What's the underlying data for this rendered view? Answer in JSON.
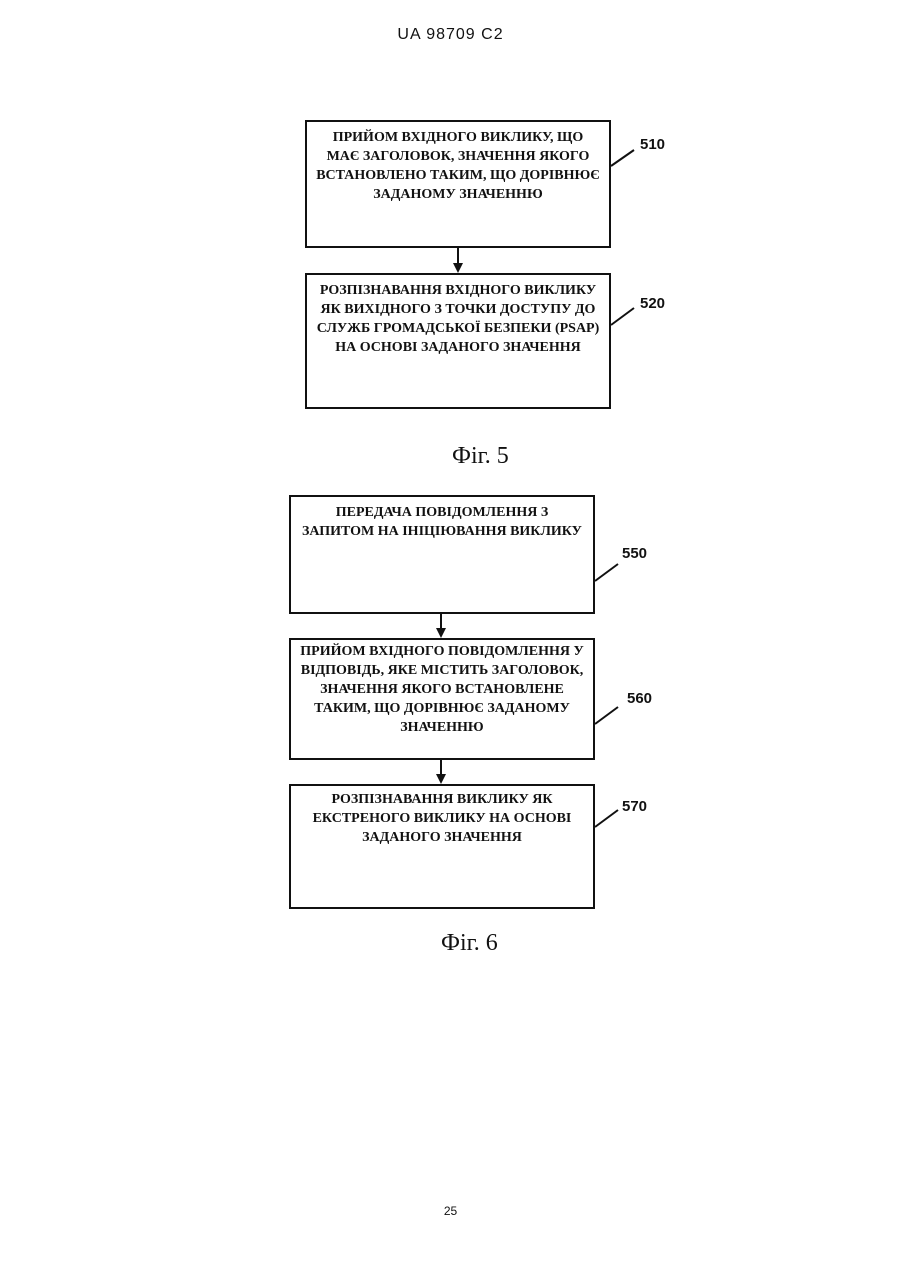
{
  "header": "UA   98709   C2",
  "fig5": {
    "caption": "Фіг. 5",
    "steps": [
      {
        "ref": "510",
        "text": "ПРИЙОМ ВХІДНОГО ВИКЛИКУ, ЩО\nМАЄ ЗАГОЛОВОК, ЗНАЧЕННЯ ЯКОГО\nВСТАНОВЛЕНО ТАКИМ, ЩО ДОРІВНЮЄ\nЗАДАНОМУ ЗНАЧЕННЮ"
      },
      {
        "ref": "520",
        "text": "РОЗПІЗНАВАННЯ ВХІДНОГО ВИКЛИКУ\nЯК ВИХІДНОГО З ТОЧКИ ДОСТУПУ ДО\nСЛУЖБ ГРОМАДСЬКОЇ БЕЗПЕКИ (PSAP)\nНА ОСНОВІ ЗАДАНОГО ЗНАЧЕННЯ"
      }
    ]
  },
  "fig6": {
    "caption": "Фіг. 6",
    "steps": [
      {
        "ref": "550",
        "text": "ПЕРЕДАЧА ПОВІДОМЛЕННЯ З\nЗАПИТОМ НА ІНІЦІЮВАННЯ ВИКЛИКУ"
      },
      {
        "ref": "560",
        "text": "ПРИЙОМ ВХІДНОГО ПОВІДОМЛЕННЯ У\nВІДПОВІДЬ, ЯКЕ МІСТИТЬ ЗАГОЛОВОК,\nЗНАЧЕННЯ ЯКОГО ВСТАНОВЛЕНЕ\nТАКИМ, ЩО ДОРІВНЮЄ ЗАДАНОМУ\nЗНАЧЕННЮ"
      },
      {
        "ref": "570",
        "text": "РОЗПІЗНАВАННЯ ВИКЛИКУ ЯК\nЕКСТРЕНОГО ВИКЛИКУ НА ОСНОВІ\nЗАДАНОГО ЗНАЧЕННЯ"
      }
    ]
  },
  "page_number": "25"
}
